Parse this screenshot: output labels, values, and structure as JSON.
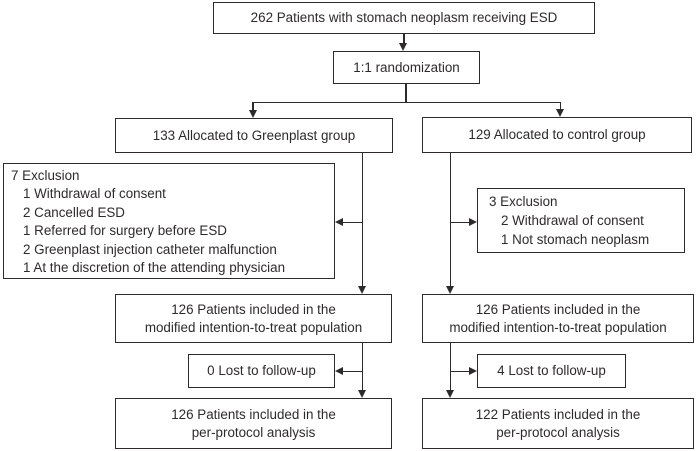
{
  "colors": {
    "line": "#2e2a2b",
    "background": "#ffffff"
  },
  "flow": {
    "enrollment": {
      "label": "262 Patients with stomach neoplasm receiving ESD"
    },
    "randomization": {
      "label": "1:1 randomization"
    },
    "greenplast_arm": {
      "allocated": {
        "label": "133 Allocated to Greenplast group"
      },
      "exclusion": {
        "header": "7 Exclusion",
        "items": [
          "1 Withdrawal of consent",
          "2 Cancelled ESD",
          "1 Referred for surgery before ESD",
          "2 Greenplast injection catheter malfunction",
          "1 At the discretion of the attending physician"
        ]
      },
      "mitt": {
        "line1": "126 Patients included in the",
        "line2": "modified intention-to-treat population"
      },
      "lost_to_followup": {
        "label": "0 Lost to follow-up"
      },
      "per_protocol": {
        "line1": "126 Patients included in the",
        "line2": "per-protocol analysis"
      }
    },
    "control_arm": {
      "allocated": {
        "label": "129 Allocated to control group"
      },
      "exclusion": {
        "header": "3 Exclusion",
        "items": [
          "2 Withdrawal of consent",
          "1 Not stomach neoplasm"
        ]
      },
      "mitt": {
        "line1": "126 Patients included in the",
        "line2": "modified intention-to-treat population"
      },
      "lost_to_followup": {
        "label": "4 Lost to follow-up"
      },
      "per_protocol": {
        "line1": "122 Patients included in the",
        "line2": "per-protocol analysis"
      }
    }
  }
}
